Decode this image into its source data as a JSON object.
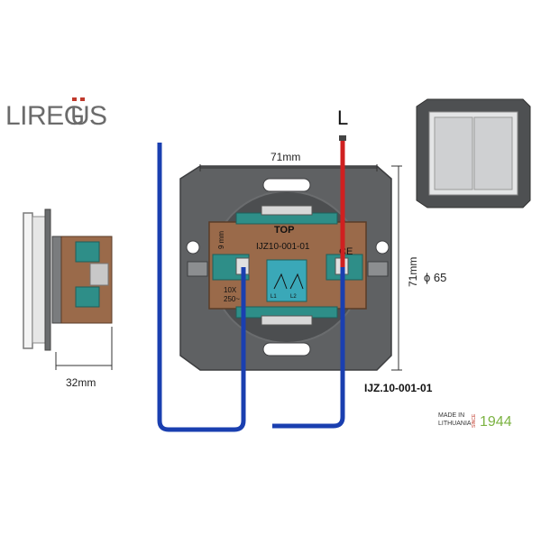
{
  "brand": {
    "logo_text_1": "LIREG",
    "logo_text_2": "U",
    "logo_text_3": "S",
    "colors": {
      "logo_gray": "#6b6b6b",
      "logo_accent": "#c0392b"
    }
  },
  "labels": {
    "line": "L",
    "width": "71mm",
    "height": "71mm",
    "diameter": "ϕ 65",
    "depth": "32mm",
    "model": "IJZ.10-001-01"
  },
  "mechanism": {
    "top_label": "TOP",
    "code": "IJZ10-001-01",
    "strip": "9 mm",
    "rating_1": "10X",
    "rating_2": "250~",
    "ce_mark": "CE",
    "terminal_1": "L1",
    "terminal_2": "L2"
  },
  "origin": {
    "made_in": "MADE IN",
    "country": "LITHUANIA",
    "since": "SINCE",
    "year": "1944",
    "colors": {
      "year": "#7cb342"
    }
  },
  "colors": {
    "wire_blue": "#1a3fb0",
    "wire_red": "#d02020",
    "frame_gray": "#5f6163",
    "body_brown": "#9a6a4a",
    "button_gray": "#cfd0d2"
  }
}
